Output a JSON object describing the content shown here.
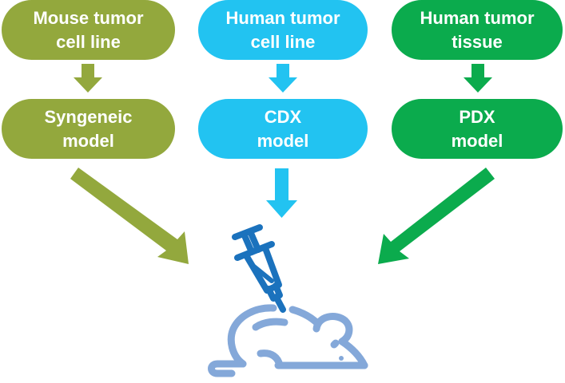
{
  "colors": {
    "mouse": "#93a83d",
    "cdx": "#22c3f1",
    "pdx": "#0bab4d",
    "syringe": "#1b72bd",
    "mouse_icon": "#84a8d9"
  },
  "columns": [
    {
      "source": {
        "line1": "Mouse tumor",
        "line2": "cell line"
      },
      "model": {
        "line1": "Syngeneic",
        "line2": "model"
      }
    },
    {
      "source": {
        "line1": "Human tumor",
        "line2": "cell line"
      },
      "model": {
        "line1": "CDX",
        "line2": "model"
      }
    },
    {
      "source": {
        "line1": "Human tumor",
        "line2": "tissue"
      },
      "model": {
        "line1": "PDX",
        "line2": "model"
      }
    }
  ],
  "icons": {
    "syringe": "syringe-icon",
    "mouse": "mouse-icon"
  }
}
